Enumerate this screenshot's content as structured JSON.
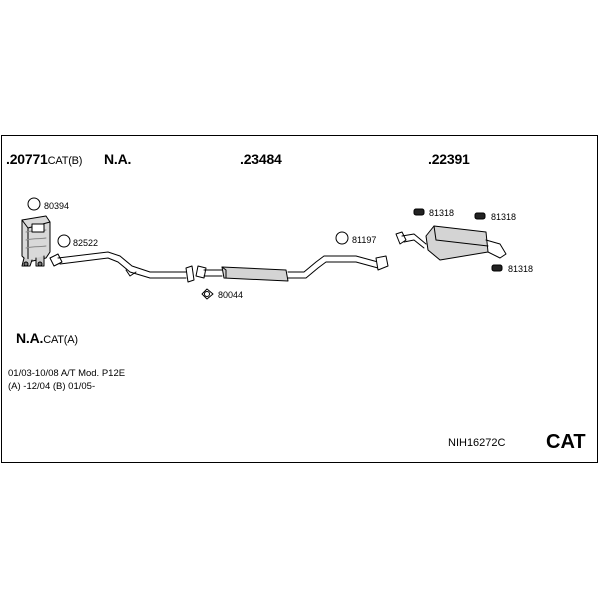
{
  "parts": {
    "p20771": {
      "number": ".20771",
      "suffix": "CAT(B)"
    },
    "na_top": {
      "label": "N.A."
    },
    "p23484": {
      "number": ".23484"
    },
    "p22391": {
      "number": ".22391"
    },
    "na_cat": {
      "label": "N.A.",
      "suffix": "CAT(A)"
    }
  },
  "callouts": {
    "c80394": "80394",
    "c82522": "82522",
    "c80044": "80044",
    "c81197": "81197",
    "c81318_a": "81318",
    "c81318_b": "81318",
    "c81318_c": "81318"
  },
  "notes": {
    "line1": "01/03-10/08   A/T   Mod.  P12E",
    "line2": "(A) -12/04 (B) 01/05-"
  },
  "kit": {
    "code": "NIH16272C",
    "badge": "CAT"
  }
}
